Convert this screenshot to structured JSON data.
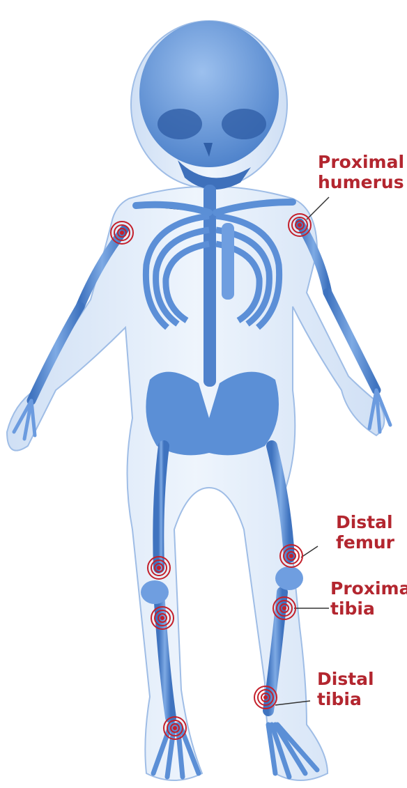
{
  "figure": {
    "accent_color": "#b3262f",
    "bone_color": "#5b8fd6",
    "skin_color": "#c8dcf4",
    "labels": {
      "proximal_humerus": {
        "line1": "Proximal",
        "line2": "humerus"
      },
      "distal_femur": {
        "line1": "Distal",
        "line2": "femur"
      },
      "proximal_tibia": {
        "line1": "Proximal",
        "line2": "tibia"
      },
      "distal_tibia": {
        "line1": "Distal",
        "line2": "tibia"
      }
    }
  }
}
